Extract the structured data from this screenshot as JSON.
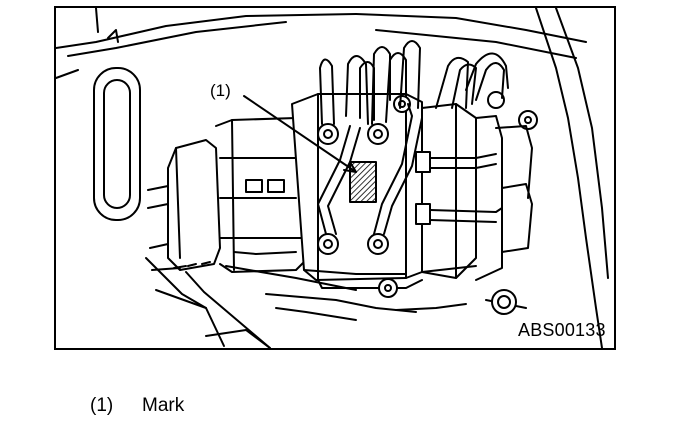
{
  "figure": {
    "callout": "(1)",
    "code": "ABS00133"
  },
  "legend": [
    {
      "num": "(1)",
      "label": "Mark"
    }
  ]
}
